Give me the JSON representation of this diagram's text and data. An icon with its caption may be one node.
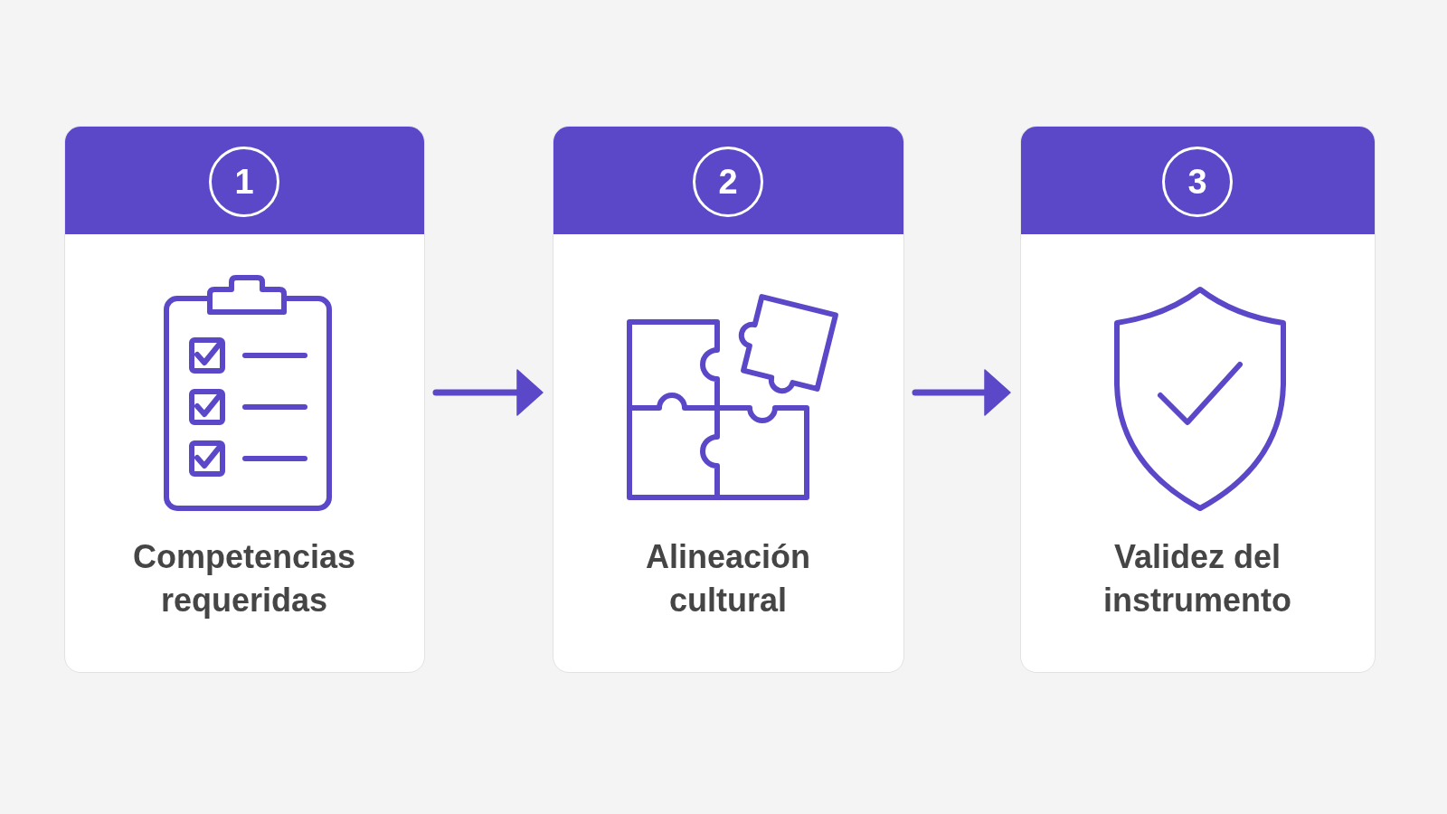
{
  "diagram": {
    "nodes": [
      {
        "text": [
          "1",
          "Competencias requeridas"
        ]
      },
      {
        "text": [
          "2",
          "Alineación cultural"
        ]
      },
      {
        "text": [
          "3",
          "Validez del instrumento"
        ]
      }
    ],
    "edges": [
      {
        "from": 0,
        "to": 1,
        "arrow": "to"
      },
      {
        "from": 1,
        "to": 2,
        "arrow": "to"
      }
    ]
  }
}
